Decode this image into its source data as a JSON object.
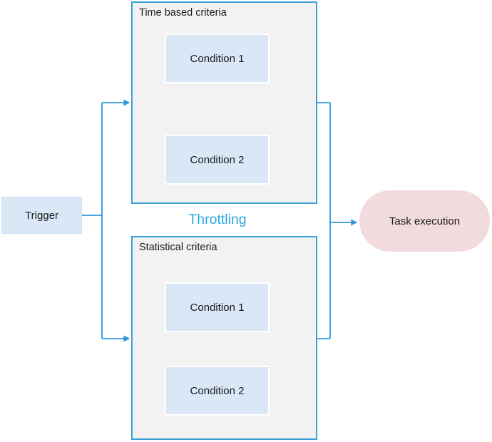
{
  "diagram": {
    "trigger": {
      "label": "Trigger"
    },
    "throttling_label": "Throttling",
    "groups": [
      {
        "title": "Time based criteria",
        "conditions": [
          "Condition 1",
          "Condition 2"
        ]
      },
      {
        "title": "Statistical criteria",
        "conditions": [
          "Condition 1",
          "Condition 2"
        ]
      }
    ],
    "task": {
      "label": "Task execution"
    },
    "colors": {
      "background": "#ffffff",
      "connector": "#2e9ad5",
      "group_border": "#3ba1d9",
      "group_fill": "#f2f2f2",
      "node_fill": "#d9e7f7",
      "node_border": "#ffffff",
      "task_fill": "#f2dbdf",
      "throttling_text": "#29a7e1",
      "label_text": "#1a1a1a"
    }
  }
}
